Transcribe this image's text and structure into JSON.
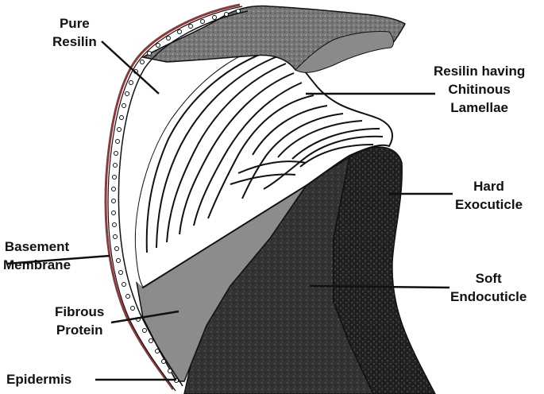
{
  "labels": {
    "pure_resilin": [
      "Pure",
      "Resilin"
    ],
    "resilin_lamellae": [
      "Resilin having",
      "Chitinous",
      "Lamellae"
    ],
    "hard_exocuticle": [
      "Hard",
      "Exocuticle"
    ],
    "basement_membrane": [
      "Basement",
      "Membrane"
    ],
    "soft_endocuticle": [
      "Soft",
      "Endocuticle"
    ],
    "fibrous_protein": [
      "Fibrous",
      "Protein"
    ],
    "epidermis": [
      "Epidermis"
    ]
  },
  "colors": {
    "outline": "#111111",
    "basement_membrane": "#8b3a3a",
    "endocuticle": "#3a3a3a",
    "exocuticle": "#262626",
    "fibrous_protein": "#8c8c8c",
    "cap": "#7a7a7a",
    "resilin": "#ffffff"
  }
}
